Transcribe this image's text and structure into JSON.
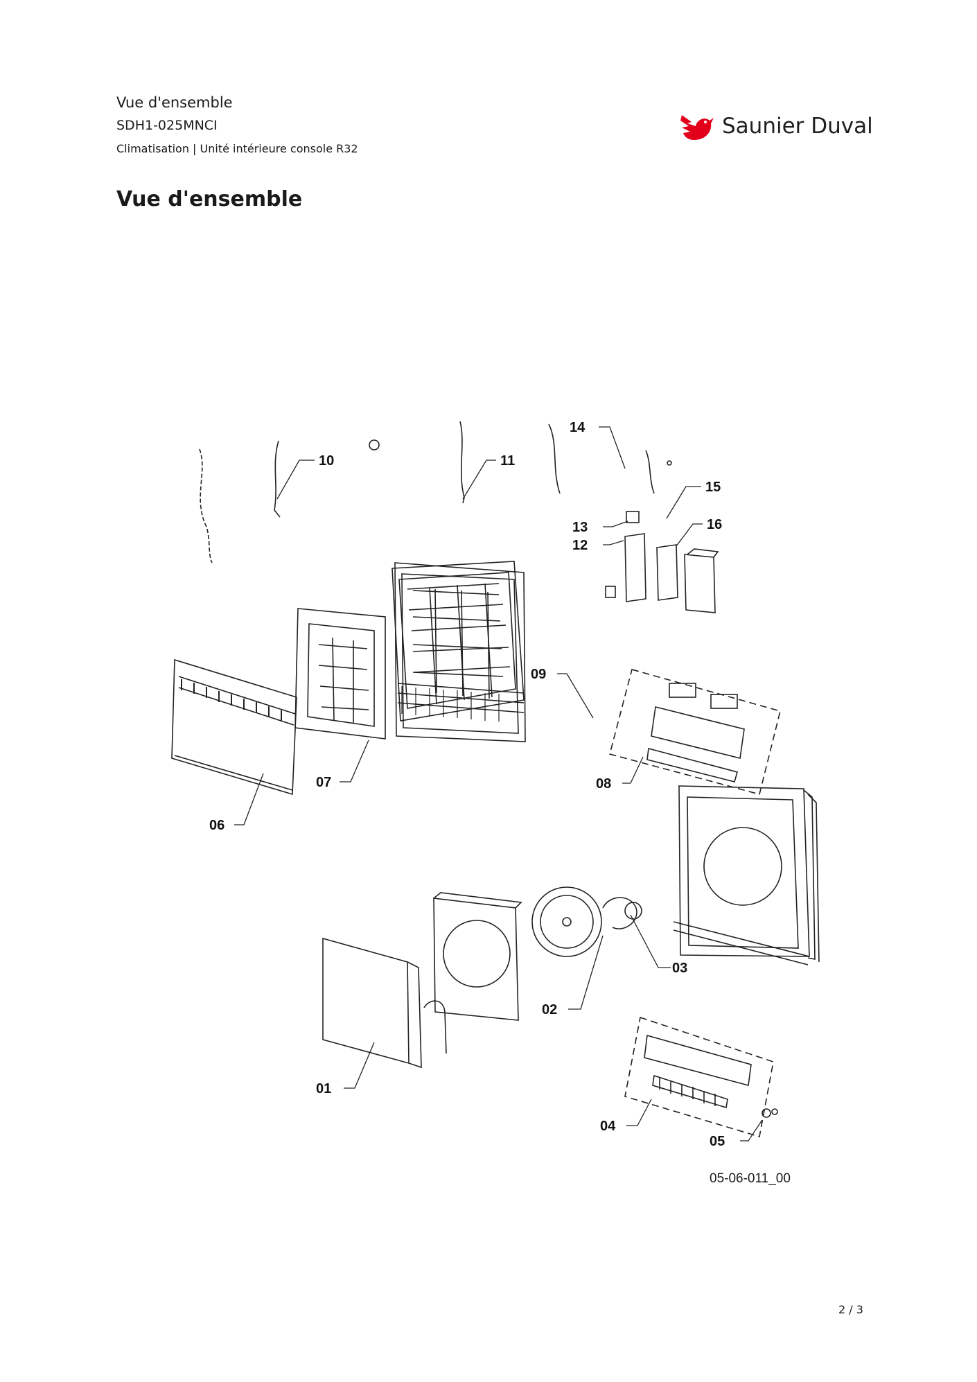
{
  "header": {
    "title": "Vue d'ensemble",
    "model": "SDH1-025MNCI",
    "subtitle": "Climatisation | Unité intérieure console R32"
  },
  "logo": {
    "text": "Saunier Duval",
    "icon": "bird-logo-icon",
    "color": "#e2001a"
  },
  "page_heading": "Vue d'ensemble",
  "diagram": {
    "callouts": [
      "01",
      "02",
      "03",
      "04",
      "05",
      "06",
      "07",
      "08",
      "09",
      "10",
      "11",
      "12",
      "13",
      "14",
      "15",
      "16"
    ]
  },
  "reference_code": "05-06-011_00",
  "page_number": "2 / 3"
}
